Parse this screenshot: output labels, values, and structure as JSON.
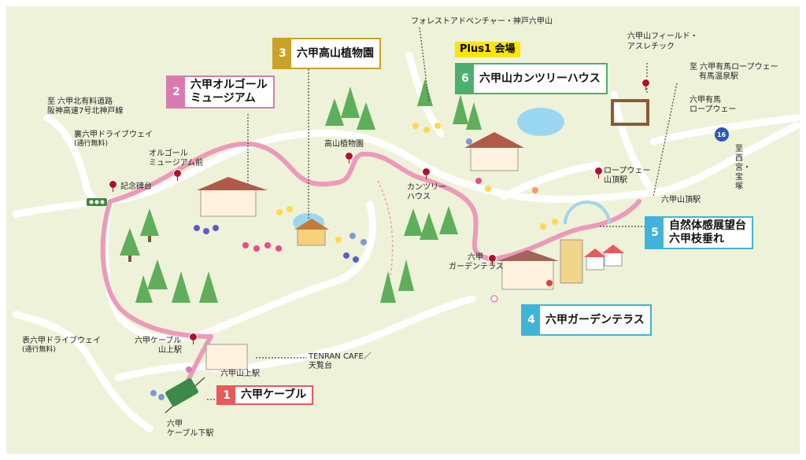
{
  "colors": {
    "background": "#eef2d9",
    "road": "#ffffff",
    "route": "#ec9ab8",
    "box1": "#e85a5a",
    "box2": "#d97bb0",
    "box3": "#c9a227",
    "box4": "#3fb4d8",
    "box5": "#3fb4d8",
    "box6": "#4caf70",
    "plus": "#ffe600",
    "station": "#b0102a"
  },
  "spots": [
    {
      "num": "1",
      "name": "六甲ケーブル"
    },
    {
      "num": "2",
      "name_line1": "六甲オルゴール",
      "name_line2": "ミュージアム"
    },
    {
      "num": "3",
      "name": "六甲高山植物園"
    },
    {
      "num": "4",
      "name": "六甲ガーデンテラス"
    },
    {
      "num": "5",
      "name_line1": "自然体感展望台",
      "name_line2": "六甲枝垂れ"
    },
    {
      "num": "6",
      "name": "六甲山カンツリーハウス"
    }
  ],
  "plus_label": "Plus1 会場",
  "labels": {
    "forest_adventure": "フォレストアドベンチャー・神戸六甲山",
    "field_athletic_1": "六甲山フィールド・",
    "field_athletic_2": "アスレチック",
    "ropeway_dir_1": "至 六甲有馬ロープウェー",
    "ropeway_dir_2": "有馬温泉駅",
    "rokko_arima_1": "六甲有馬",
    "rokko_arima_2": "ロープウェー",
    "nishinomiya_1": "至 西宮・宝塚",
    "route16": "16",
    "ropeway_top_1": "ロープウェー",
    "ropeway_top_2": "山頂駅",
    "rokkosan_top": "六甲山頂駅",
    "kita_road_1": "至 六甲北有料道路",
    "kita_road_2": "阪神高速7号北神戸線",
    "ura_drive_1": "裏六甲ドライブウェイ",
    "ura_drive_2": "(通行無料)",
    "kinenhidai": "記念碑台",
    "orgel_stop_1": "オルゴール",
    "orgel_stop_2": "ミュージアム前",
    "kozan_stop": "高山植物園",
    "country_stop_1": "カンツリー",
    "country_stop_2": "ハウス",
    "garden_stop_1": "六甲",
    "garden_stop_2": "ガーデンテラス",
    "omote_drive_1": "表六甲ドライブウェイ",
    "omote_drive_2": "(通行無料)",
    "cable_top_1": "六甲ケーブル",
    "cable_top_2": "山上駅",
    "rokkosanjo": "六甲山上駅",
    "tenran_1": "TENRAN CAFE／",
    "tenran_2": "天覧台",
    "cable_bottom_1": "六甲",
    "cable_bottom_2": "ケーブル下駅"
  }
}
